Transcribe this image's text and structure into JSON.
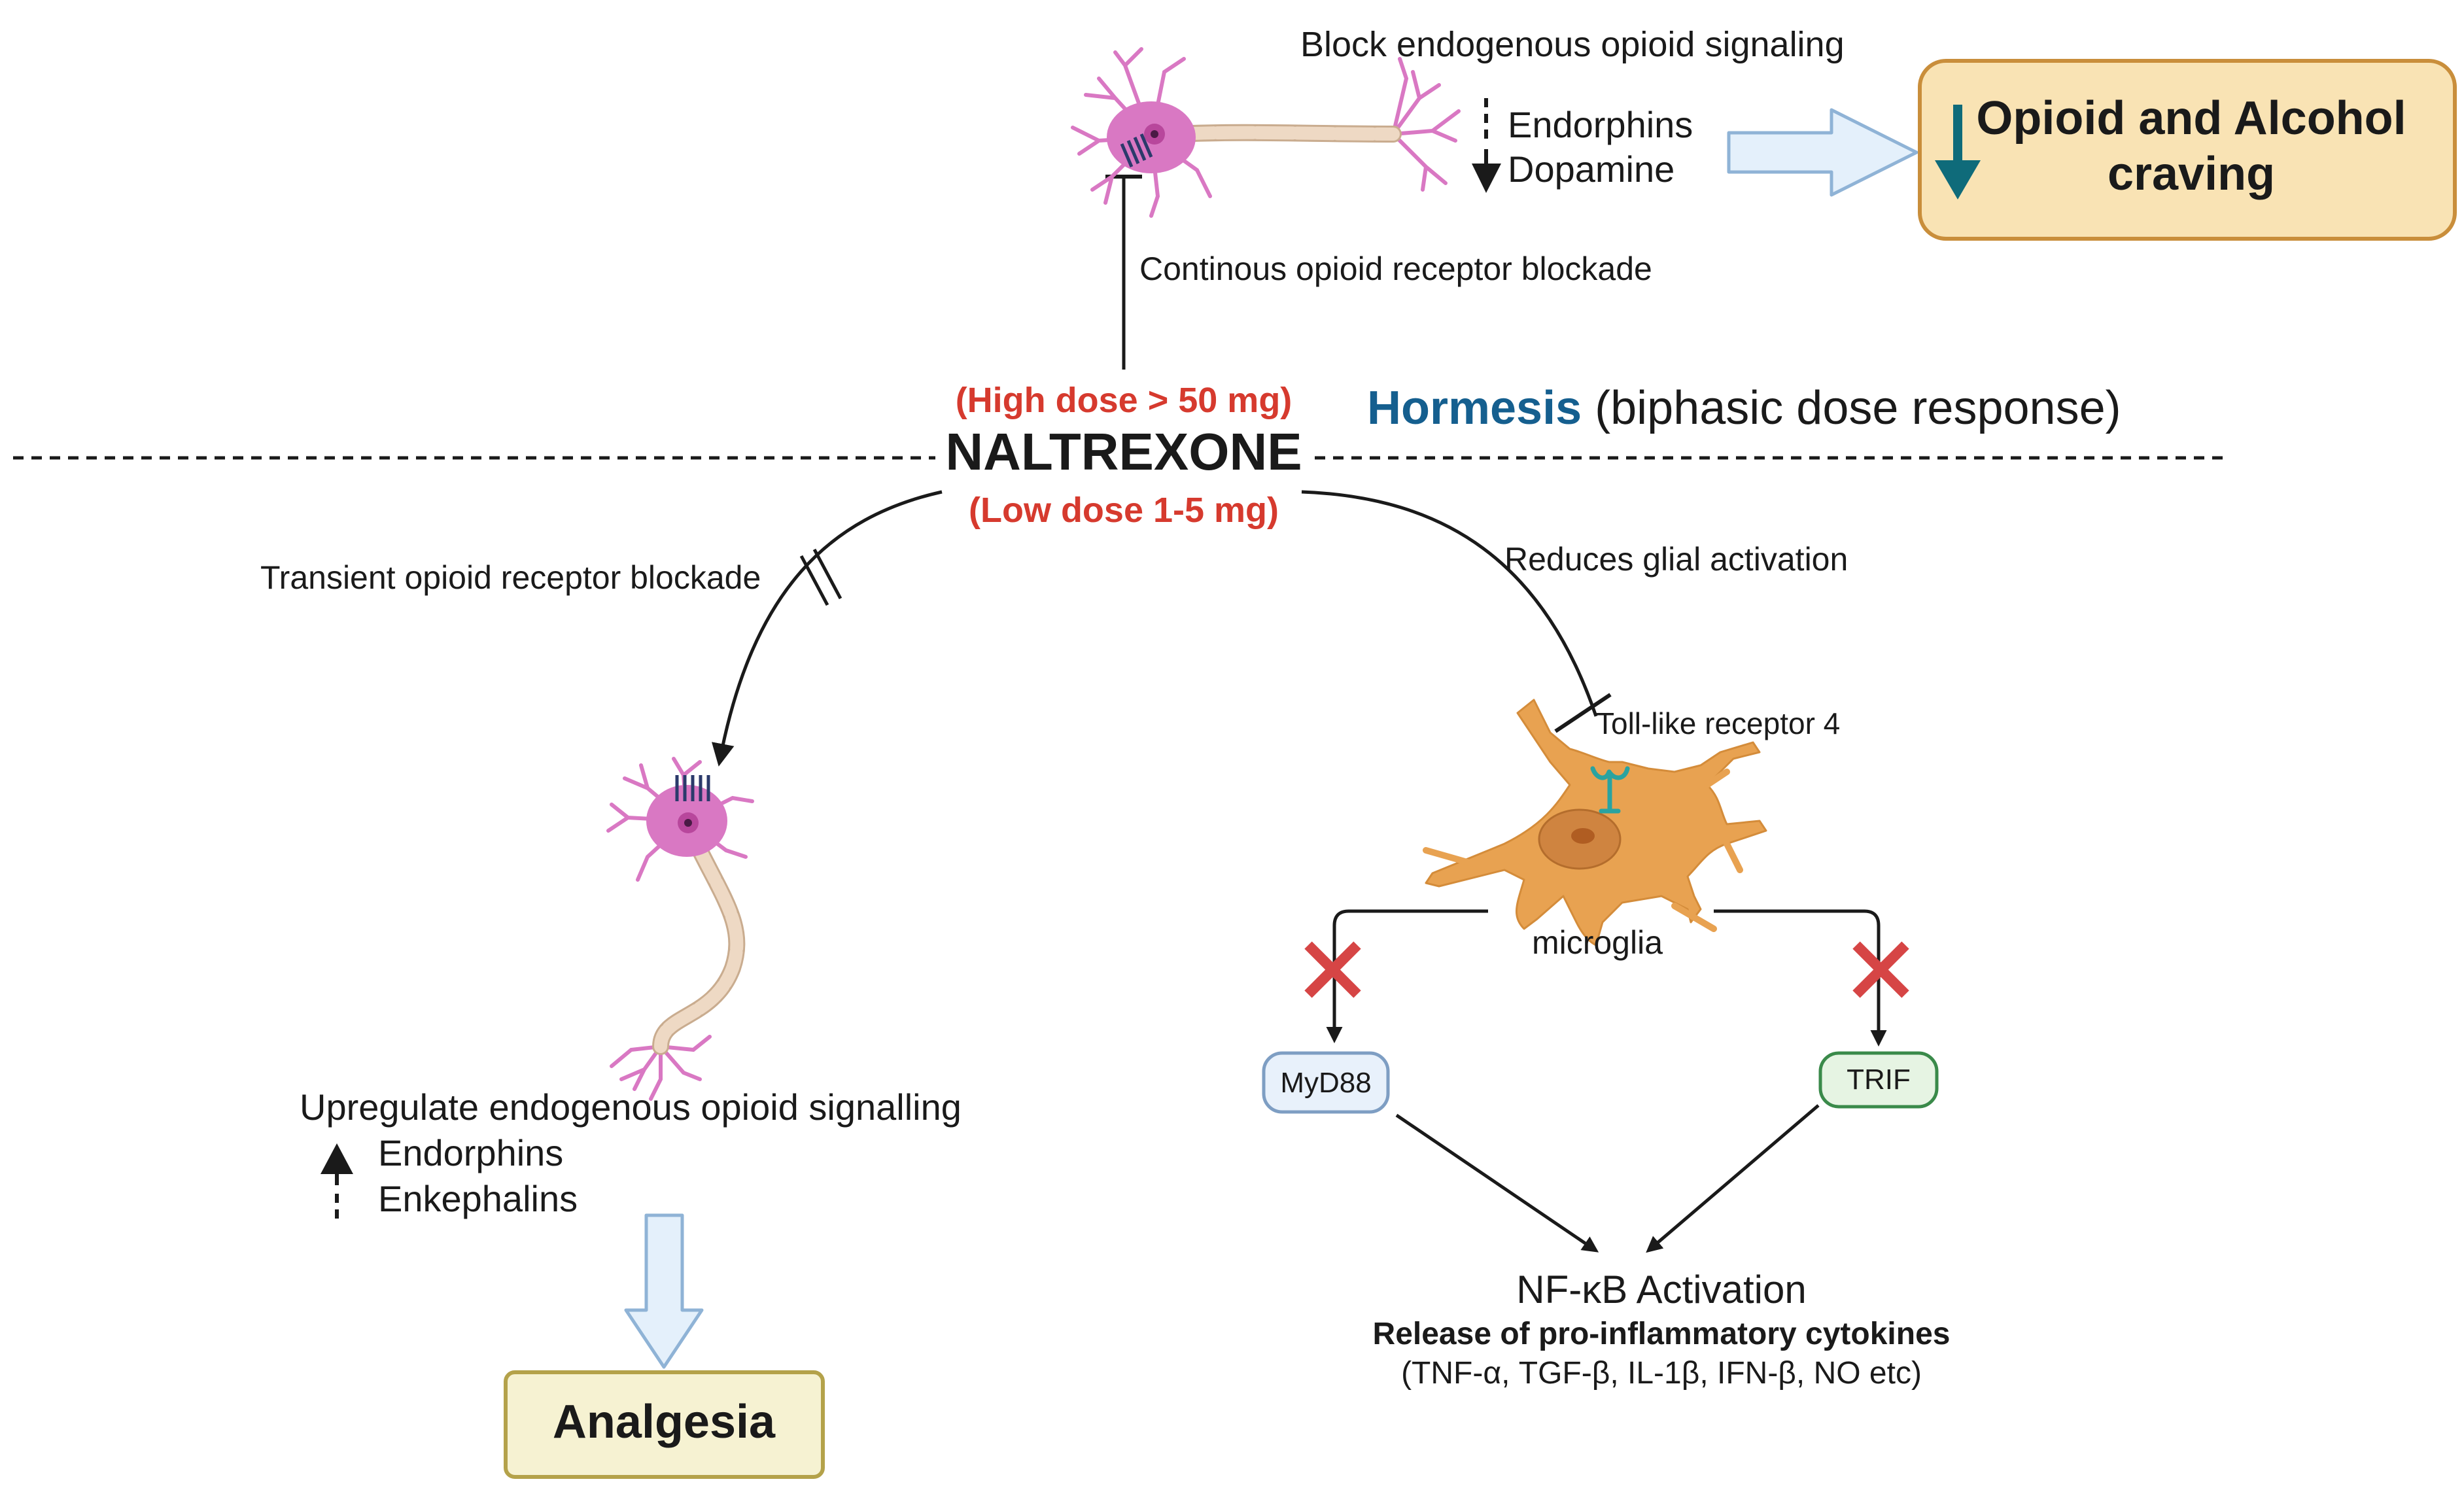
{
  "drug": {
    "name": "NALTREXONE",
    "high_dose": "(High dose > 50 mg)",
    "low_dose": "(Low dose 1-5 mg)"
  },
  "hormesis": {
    "keyword": "Hormesis",
    "rest": " (biphasic dose response)"
  },
  "high_dose_path": {
    "blockade": "Continous opioid receptor blockade",
    "effect_title": "Block endogenous opioid signaling",
    "item_endorphins": "Endorphins",
    "item_dopamine": "Dopamine",
    "outcome_line1": "Opioid and Alcohol",
    "outcome_line2": "craving"
  },
  "low_dose_neuron_path": {
    "blockade": "Transient opioid receptor blockade",
    "effect_title": "Upregulate endogenous opioid signalling",
    "item_endorphins": "Endorphins",
    "item_enkephalins": "Enkephalins",
    "outcome": "Analgesia"
  },
  "low_dose_glial_path": {
    "effect": "Reduces glial activation",
    "receptor": "Toll-like receptor 4",
    "cell": "microglia",
    "adaptor_left": "MyD88",
    "adaptor_right": "TRIF",
    "nfkb": "NF-κB Activation",
    "release": "Release of pro-inflammatory cytokines",
    "cytokines": "(TNF-α, TGF-β, IL-1β, IFN-β, NO etc)"
  },
  "colors": {
    "dose_red": "#d63a2e",
    "hormesis_blue": "#155f8f",
    "outcome_box_fill": "#f9e3b4",
    "outcome_box_stroke": "#c98e3b",
    "analgesia_fill": "#f6f2d2",
    "analgesia_stroke": "#b4a24a",
    "arrow_fill": "#e4f0fb",
    "arrow_stroke": "#8fb3d6",
    "neuron": "#d978c3",
    "axon": "#eed9c4",
    "microglia": "#e8a251",
    "receptor_teal": "#2aa3a0",
    "block_x": "#d64545",
    "myd88_fill": "#e8f1fb",
    "myd88_stroke": "#7e9ec3",
    "trif_fill": "#e6f4e3",
    "trif_stroke": "#3a8a4a"
  }
}
